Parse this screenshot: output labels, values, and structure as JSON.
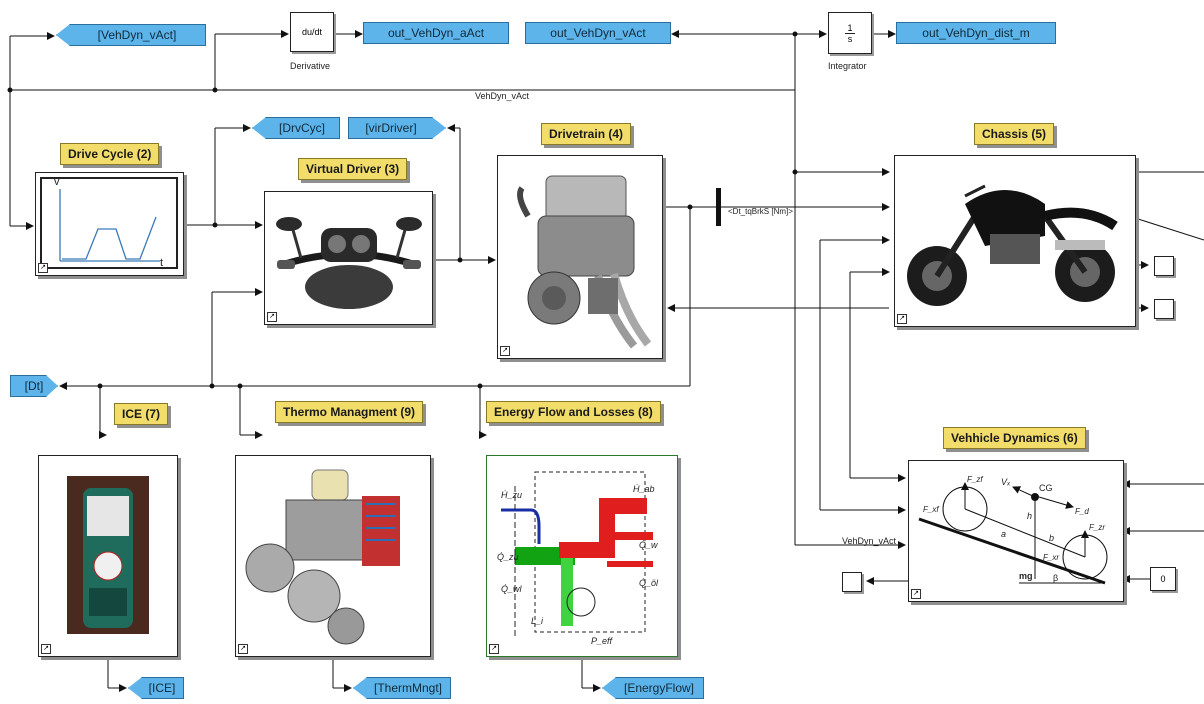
{
  "tags": {
    "vehdyn_vact_goto": "[VehDyn_vAct]",
    "out_aact": "out_VehDyn_aAct",
    "out_vact": "out_VehDyn_vAct",
    "out_dist": "out_VehDyn_dist_m",
    "drvcyc": "[DrvCyc]",
    "virdriver": "[virDriver]",
    "dt": "[Dt]",
    "ice": "[ICE]",
    "thermmngt": "[ThermMngt]",
    "energyflow": "[EnergyFlow]"
  },
  "blocks": {
    "derivative": {
      "text": "du/dt",
      "label": "Derivative"
    },
    "integrator": {
      "num": "1",
      "den": "s",
      "label": "Integrator"
    },
    "constant": {
      "text": "0"
    }
  },
  "titles": {
    "drive_cycle": "Drive Cycle (2)",
    "virtual_driver": "Virtual Driver (3)",
    "drivetrain": "Drivetrain (4)",
    "chassis": "Chassis (5)",
    "ice": "ICE (7)",
    "thermo": "Thermo Managment (9)",
    "energy": "Energy Flow and Losses (8)",
    "vehicle_dyn": "Vehhicle Dynamics (6)"
  },
  "signals": {
    "vehdyn_vact_top": "VehDyn_vAct",
    "vehdyn_vact_lower": "VehDyn_vAct",
    "bus_label": "<Dt_tqBrkS [Nm]>"
  },
  "drive_cycle_plot": {
    "v_label": "v",
    "t_label": "t"
  },
  "vehicle_dynamics_fig": {
    "cg": "CG",
    "vx": "Vₓ",
    "mg": "mg",
    "beta": "β",
    "h": "h",
    "b": "b",
    "a": "a",
    "fzf": "F_zf",
    "fzr": "F_zr",
    "fxf": "F_xf",
    "fxr": "F_xr",
    "fd": "F_d"
  },
  "energy_fig": {
    "h_zu": "Ḣ_zu",
    "h_ab": "Ḣ_ab",
    "q_zu": "Q̇_zu",
    "q_w": "Q̇_w",
    "q_oel": "Q̇_öl",
    "q_wl": "Q̇_wl",
    "p_eff": "P_eff",
    "l_i": "L_i"
  },
  "colors": {
    "tag_blue": "#5cb4ea",
    "title_yellow": "#f2dc6a",
    "heat_red": "#e01e1e",
    "flow_green": "#1fb01f"
  }
}
